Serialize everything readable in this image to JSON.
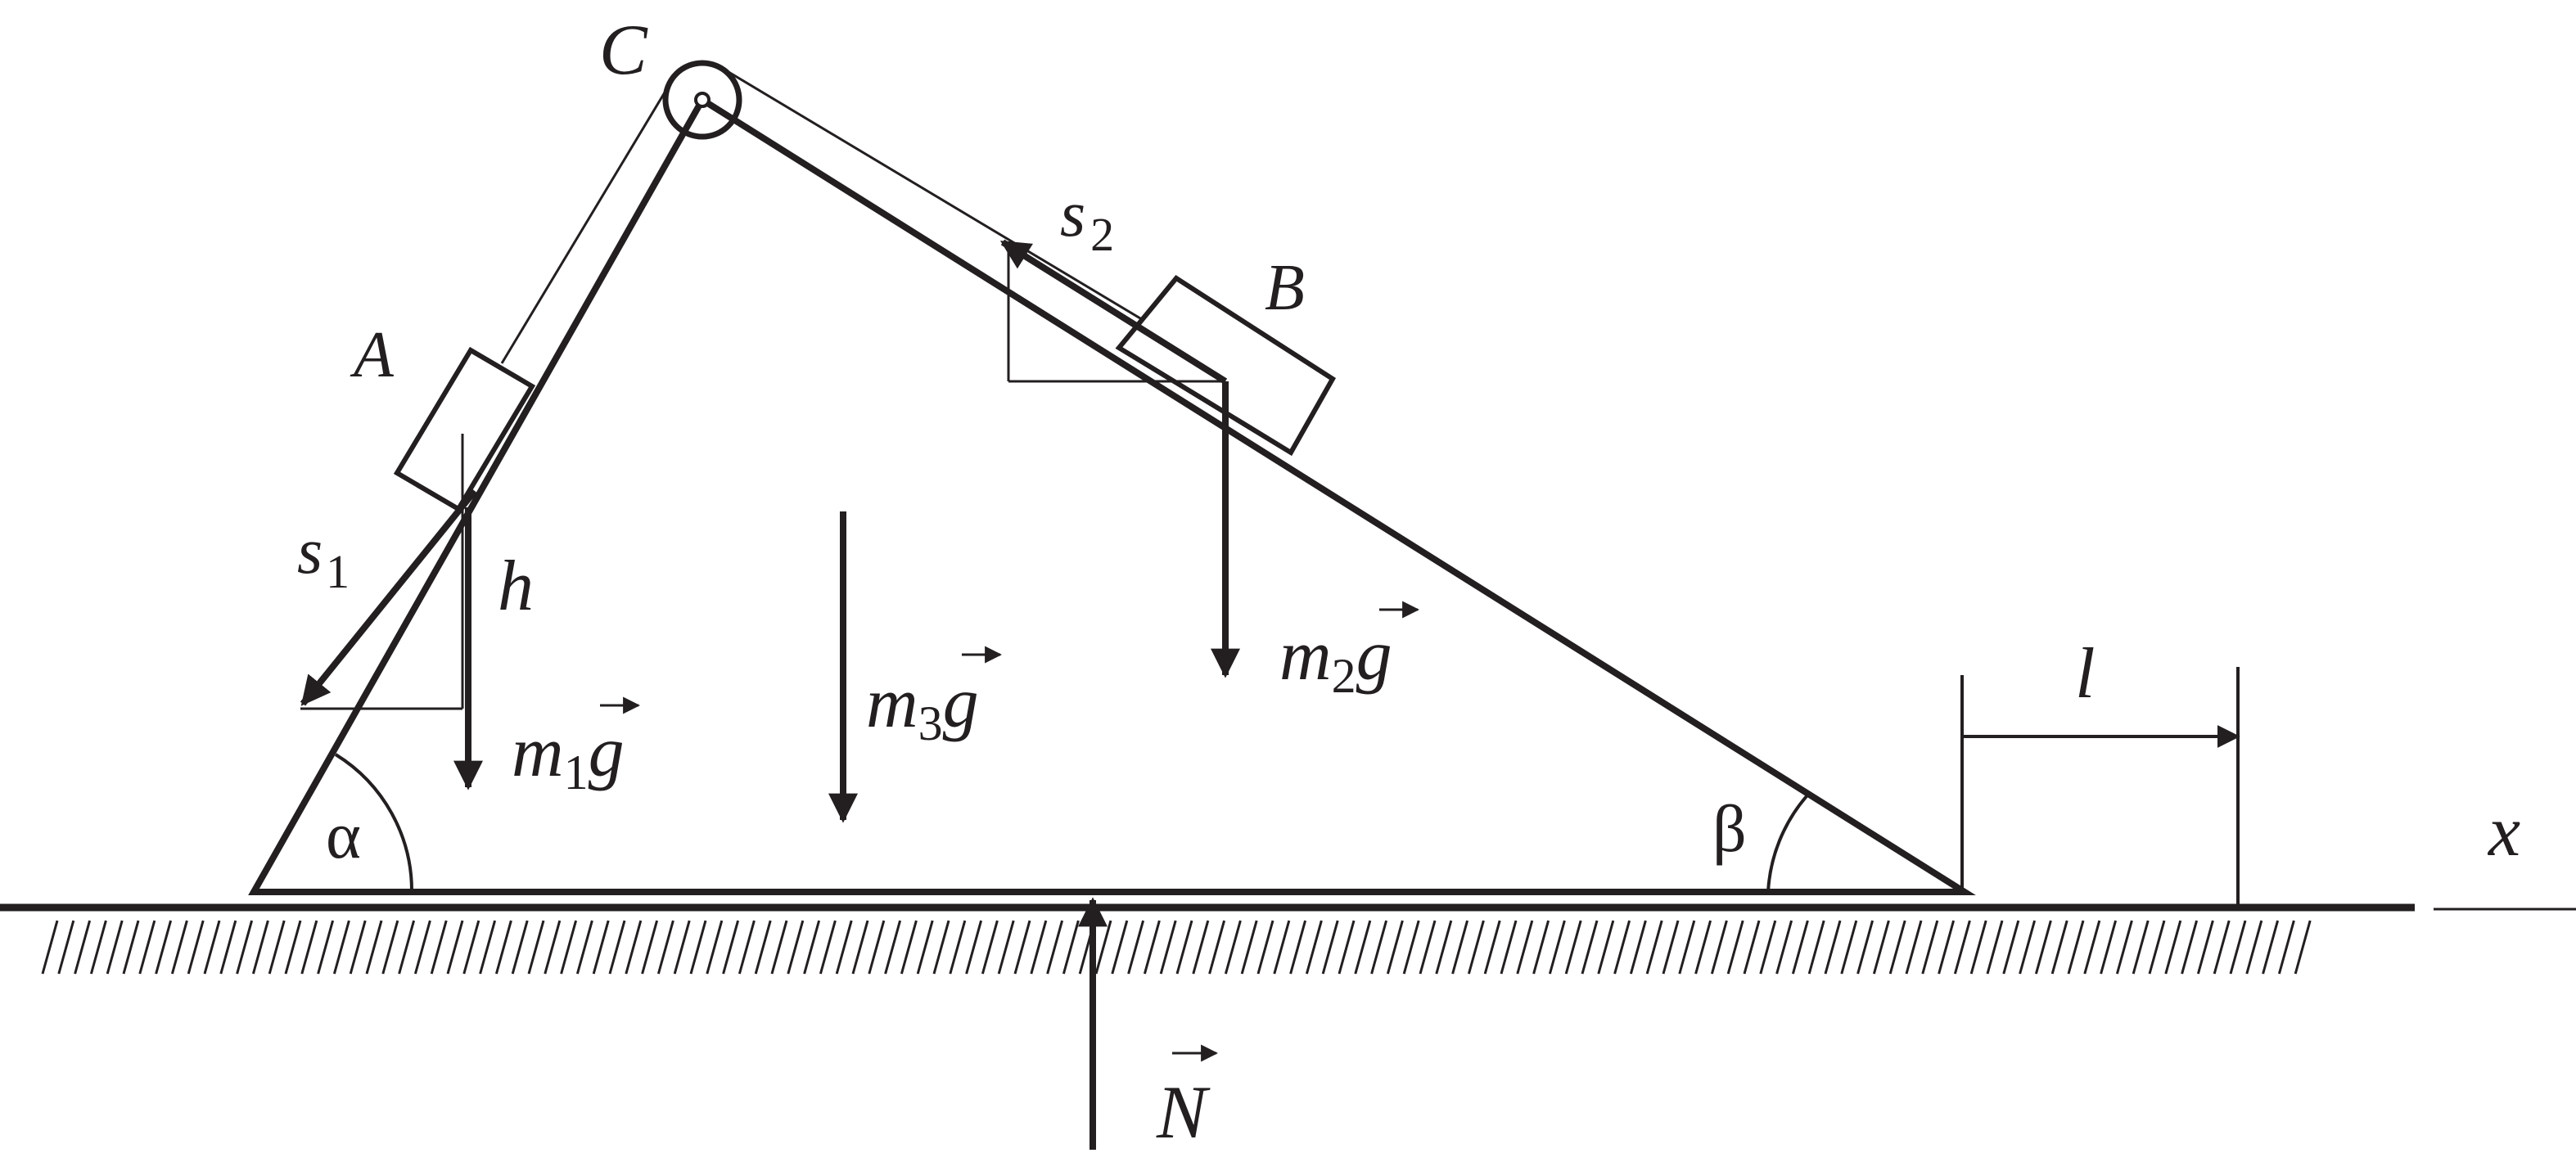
{
  "labels": {
    "C": "C",
    "A": "A",
    "B": "B",
    "s1": "s",
    "s1_sub": "1",
    "s2": "s",
    "s2_sub": "2",
    "h": "h",
    "m1g_m": "m",
    "m1g_sub": "1",
    "m1g_g": "g",
    "m2g_m": "m",
    "m2g_sub": "2",
    "m2g_g": "g",
    "m3g_m": "m",
    "m3g_sub": "3",
    "m3g_g": "g",
    "N": "N",
    "l": "l",
    "x": "x",
    "alpha": "α",
    "beta": "β"
  },
  "colors": {
    "ink": "#231f20",
    "background": "#ffffff"
  }
}
